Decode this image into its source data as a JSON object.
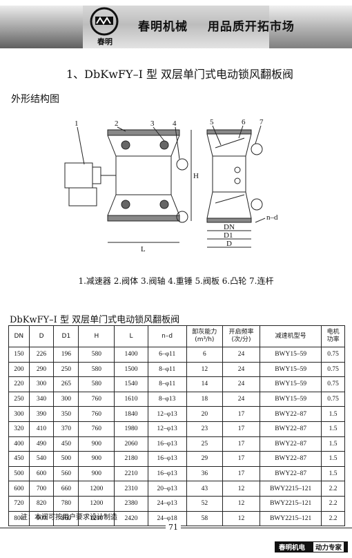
{
  "header": {
    "logo_text": "春明",
    "brand_name": "春明机械",
    "slogan": "用品质开拓市场"
  },
  "main_title": "1、DbKwFY–I 型  双层单门式电动锁风翻板阀",
  "section_title": "外形结构图",
  "drawing_labels": {
    "n1": "1",
    "n2": "2",
    "n3": "3",
    "n4": "4",
    "n5": "5",
    "n6": "6",
    "n7": "7",
    "H": "H",
    "L": "L",
    "DN": "DN",
    "D1": "D1",
    "D": "D",
    "nd": "n–d"
  },
  "caption": "1.减速器 2.阀体 3.阀轴 4.重锤 5.阀板 6.凸轮 7.连杆",
  "table_title": "DbKwFY–I 型  双层单门式电动锁风翻板阀",
  "table": {
    "headers": [
      "DN",
      "D",
      "D1",
      "H",
      "L",
      "n–d",
      "卸灰能力\n(m³/h)",
      "开启频率\n(次/分)",
      "减速机型号",
      "电机\n功率"
    ],
    "rows": [
      [
        "150",
        "226",
        "196",
        "580",
        "1400",
        "6–φ11",
        "6",
        "24",
        "BWY15–59",
        "0.75"
      ],
      [
        "200",
        "290",
        "250",
        "580",
        "1500",
        "8–φ11",
        "12",
        "24",
        "BWY15–59",
        "0.75"
      ],
      [
        "220",
        "300",
        "265",
        "580",
        "1540",
        "8–φ11",
        "14",
        "24",
        "BWY15–59",
        "0.75"
      ],
      [
        "250",
        "340",
        "300",
        "760",
        "1610",
        "8–φ13",
        "18",
        "24",
        "BWY15–59",
        "0.75"
      ],
      [
        "300",
        "390",
        "350",
        "760",
        "1840",
        "12–φ13",
        "20",
        "17",
        "BWY22–87",
        "1.5"
      ],
      [
        "320",
        "410",
        "370",
        "760",
        "1980",
        "12–φ13",
        "23",
        "17",
        "BWY22–87",
        "1.5"
      ],
      [
        "400",
        "490",
        "450",
        "900",
        "2060",
        "16–φ13",
        "25",
        "17",
        "BWY22–87",
        "1.5"
      ],
      [
        "450",
        "540",
        "500",
        "900",
        "2180",
        "16–φ13",
        "29",
        "17",
        "BWY22–87",
        "1.5"
      ],
      [
        "500",
        "600",
        "560",
        "900",
        "2210",
        "16–φ13",
        "36",
        "17",
        "BWY22–87",
        "1.5"
      ],
      [
        "600",
        "700",
        "660",
        "1200",
        "2310",
        "20–φ13",
        "43",
        "12",
        "BWY2215–121",
        "2.2"
      ],
      [
        "720",
        "820",
        "780",
        "1200",
        "2380",
        "24–φ13",
        "52",
        "12",
        "BWY2215–121",
        "2.2"
      ],
      [
        "800",
        "900",
        "860",
        "1200",
        "2420",
        "24–φ18",
        "58",
        "12",
        "BWY2215–121",
        "2.2"
      ]
    ]
  },
  "note": "注：本阀可按用户要求设计制造",
  "page_number": "71",
  "footer": {
    "left": "春明机电",
    "right": "动力专家"
  }
}
